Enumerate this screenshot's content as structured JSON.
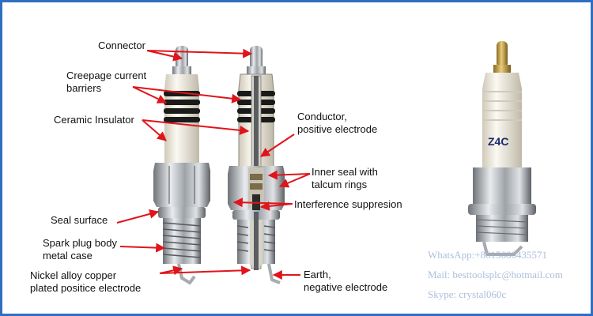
{
  "labels": {
    "connector": "Connector",
    "creepage_line1": "Creepage current",
    "creepage_line2": "barriers",
    "ceramic": "Ceramic Insulator",
    "conductor_line1": "Conductor,",
    "conductor_line2": "positive electrode",
    "inner_seal_line1": "Inner seal with",
    "inner_seal_line2": "talcum rings",
    "interference": "Interference suppresion",
    "seal_surface": "Seal surface",
    "body_line1": "Spark plug body",
    "body_line2": "metal case",
    "nickel_line1": "Nickel alloy copper",
    "nickel_line2": "plated positice electrode",
    "earth_line1": "Earth,",
    "earth_line2": "negative electrode"
  },
  "product": {
    "marking": "Z4C"
  },
  "watermark": {
    "whatsapp": "WhatsApp:+8615680435571",
    "mail": "Mail:  besttoolsplc@hotmail.com",
    "skype": "Skype:  crystal060c"
  },
  "colors": {
    "arrow": "#e0141b",
    "frame": "#2f6fbf",
    "ceramic": "#ebe6d8",
    "rib": "#1a1a1a",
    "metal": "#b9bcc0",
    "brass": "#c9a24a"
  }
}
